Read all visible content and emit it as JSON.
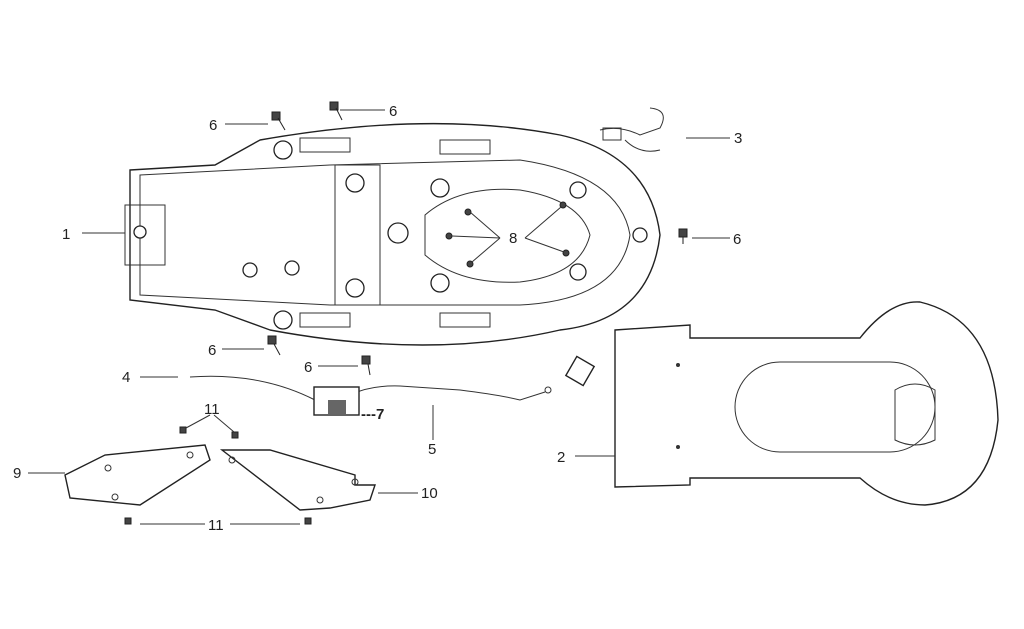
{
  "diagram": {
    "callouts": [
      {
        "id": "1",
        "text": "1"
      },
      {
        "id": "2",
        "text": "2"
      },
      {
        "id": "3",
        "text": "3"
      },
      {
        "id": "4",
        "text": "4"
      },
      {
        "id": "5",
        "text": "5"
      },
      {
        "id": "6a",
        "text": "6"
      },
      {
        "id": "6b",
        "text": "6"
      },
      {
        "id": "6c",
        "text": "6"
      },
      {
        "id": "6d",
        "text": "6"
      },
      {
        "id": "6e",
        "text": "6"
      },
      {
        "id": "7",
        "text": "---7"
      },
      {
        "id": "8",
        "text": "8"
      },
      {
        "id": "9",
        "text": "9"
      },
      {
        "id": "10",
        "text": "10"
      },
      {
        "id": "11a",
        "text": "11"
      },
      {
        "id": "11b",
        "text": "11"
      }
    ]
  }
}
